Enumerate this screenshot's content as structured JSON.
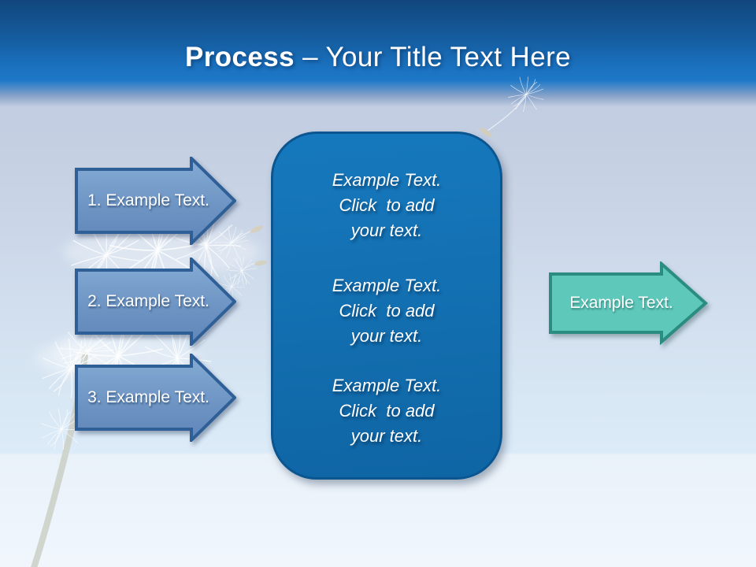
{
  "title": {
    "bold": "Process",
    "rest": " – Your Title Text Here"
  },
  "steps": [
    {
      "label": "1. Example Text."
    },
    {
      "label": "2. Example Text."
    },
    {
      "label": "3. Example Text."
    }
  ],
  "panel": {
    "paragraphs": [
      {
        "lines": [
          "Example Text.",
          "Click  to add",
          "your text."
        ]
      },
      {
        "lines": [
          "Example Text.",
          "Click  to add",
          "your text."
        ]
      },
      {
        "lines": [
          "Example Text.",
          "Click  to add",
          "your text."
        ]
      }
    ]
  },
  "result": {
    "label": "Example Text."
  },
  "colors": {
    "header_top": "#11467c",
    "header_blue": "#1e78c7",
    "bg_gray_blue": "#c6d1e3",
    "bg_bottom": "#f0f6fc",
    "step_fill_top": "#85abd5",
    "step_fill_bottom": "#5f86b8",
    "step_border": "#2e5f96",
    "panel_fill_top": "#1679bd",
    "panel_fill_bottom": "#0f65a4",
    "panel_border": "#0b5590",
    "result_fill": "#5ec8bb",
    "result_border": "#2b8d82",
    "text_light": "#ffffff"
  }
}
